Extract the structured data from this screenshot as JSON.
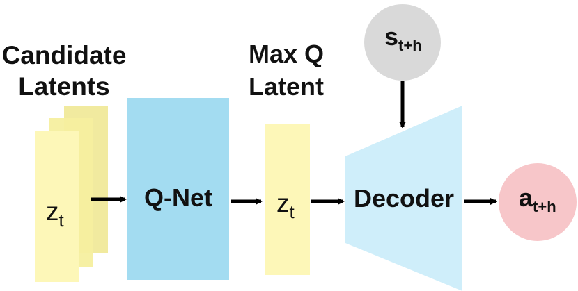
{
  "labels": {
    "candidate_line1": "Candidate",
    "candidate_line2": "Latents",
    "maxq_line1": "Max Q",
    "maxq_line2": "Latent",
    "qnet": "Q-Net",
    "decoder": "Decoder",
    "z_main": "z",
    "z_sub": "t",
    "s_main": "s",
    "s_sub": "t+h",
    "a_main": "a",
    "a_sub": "t+h"
  },
  "colors": {
    "latent_front": "#fdf7b8",
    "latent_back": "#f1ea9f",
    "qnet": "#a3dcf1",
    "decoder": "#cfeefa",
    "state_circle": "#d9d9d9",
    "action_circle": "#f7c6c9",
    "arrow": "#000000"
  }
}
